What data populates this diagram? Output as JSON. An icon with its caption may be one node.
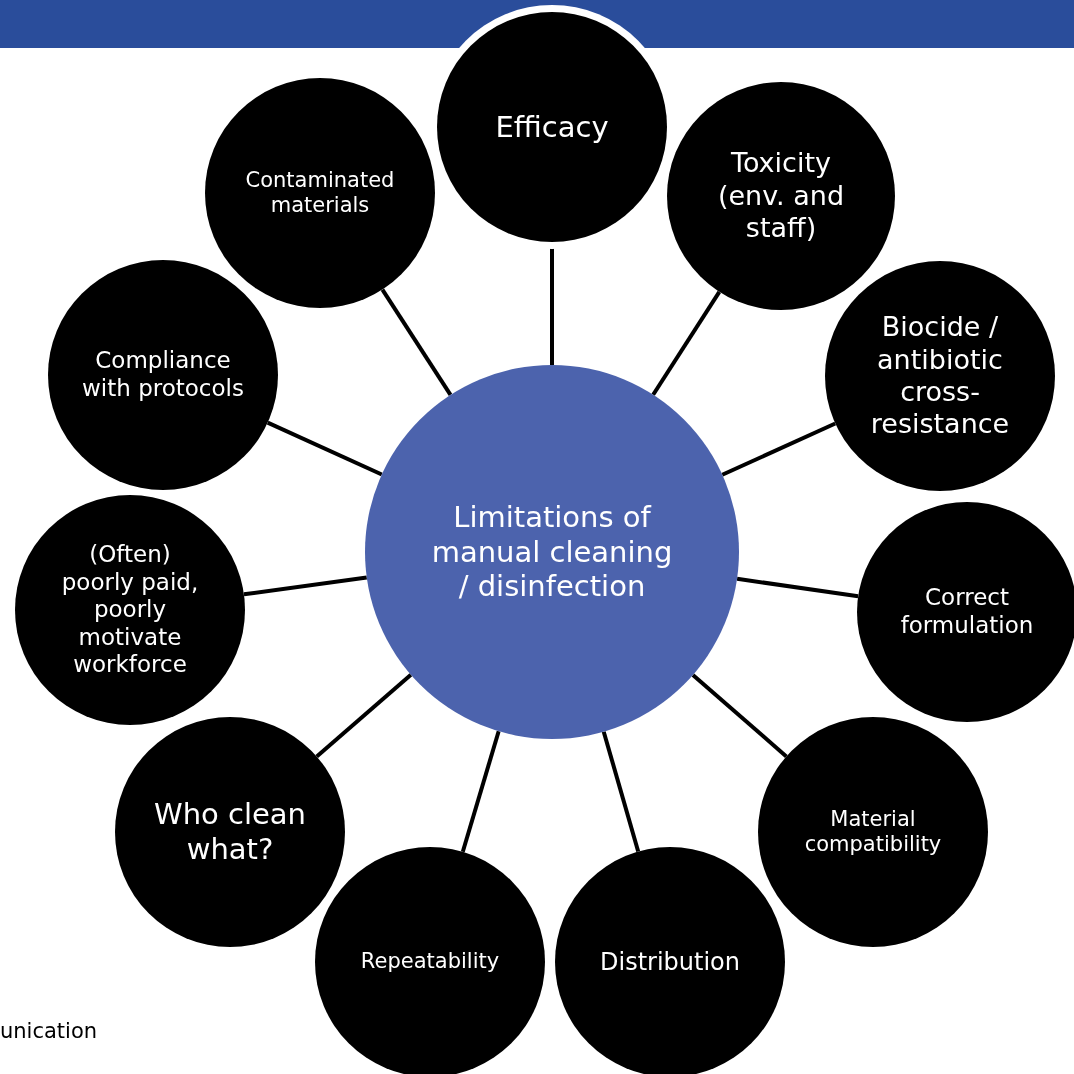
{
  "diagram": {
    "nodes": [
      {
        "text": [
          "Limitations of manual cleaning / disinfection"
        ]
      },
      {
        "text": [
          "Efficacy"
        ]
      },
      {
        "text": [
          "Toxicity (env. and staff)"
        ]
      },
      {
        "text": [
          "Biocide / antibiotic cross-resistance"
        ]
      },
      {
        "text": [
          "Correct formulation"
        ]
      },
      {
        "text": [
          "Material compatibility"
        ]
      },
      {
        "text": [
          "Distribution"
        ]
      },
      {
        "text": [
          "Repeatability"
        ]
      },
      {
        "text": [
          "Who clean what?"
        ]
      },
      {
        "text": [
          "(Often) poorly paid, poorly motivate workforce"
        ]
      },
      {
        "text": [
          "Compliance with protocols"
        ]
      },
      {
        "text": [
          "Contaminated materials"
        ]
      }
    ],
    "edges": [
      {
        "from": 0,
        "to": 1,
        "arrow": "none"
      },
      {
        "from": 0,
        "to": 2,
        "arrow": "none"
      },
      {
        "from": 0,
        "to": 3,
        "arrow": "none"
      },
      {
        "from": 0,
        "to": 4,
        "arrow": "none"
      },
      {
        "from": 0,
        "to": 5,
        "arrow": "none"
      },
      {
        "from": 0,
        "to": 6,
        "arrow": "none"
      },
      {
        "from": 0,
        "to": 7,
        "arrow": "none"
      },
      {
        "from": 0,
        "to": 8,
        "arrow": "none"
      },
      {
        "from": 0,
        "to": 9,
        "arrow": "none"
      },
      {
        "from": 0,
        "to": 10,
        "arrow": "none"
      },
      {
        "from": 0,
        "to": 11,
        "arrow": "none"
      }
    ],
    "labels": [
      "unication"
    ]
  }
}
